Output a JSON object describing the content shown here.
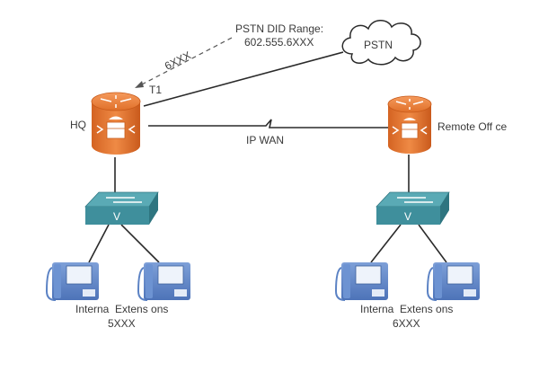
{
  "diagram": {
    "pstn_cloud_label": "PSTN",
    "did_range_line1": "PSTN DID Range:",
    "did_range_line2": "602.555.6XXX",
    "dashed_arrow_label": "6XXX",
    "t1_label": "T1",
    "ip_wan_label": "IP WAN",
    "hq": {
      "label": "HQ",
      "switch_label": "V",
      "extensions_label": "Interna  Extens ons",
      "extensions_range": "5XXX"
    },
    "remote": {
      "label": "Remote Off ce",
      "switch_label": "V",
      "extensions_label": "Interna  Extens ons",
      "extensions_range": "6XXX"
    }
  },
  "colors": {
    "router_orange": "#e0702a",
    "switch_teal": "#3f8f9c",
    "phone_blue": "#5b82c4",
    "line": "#2a2a2a"
  }
}
